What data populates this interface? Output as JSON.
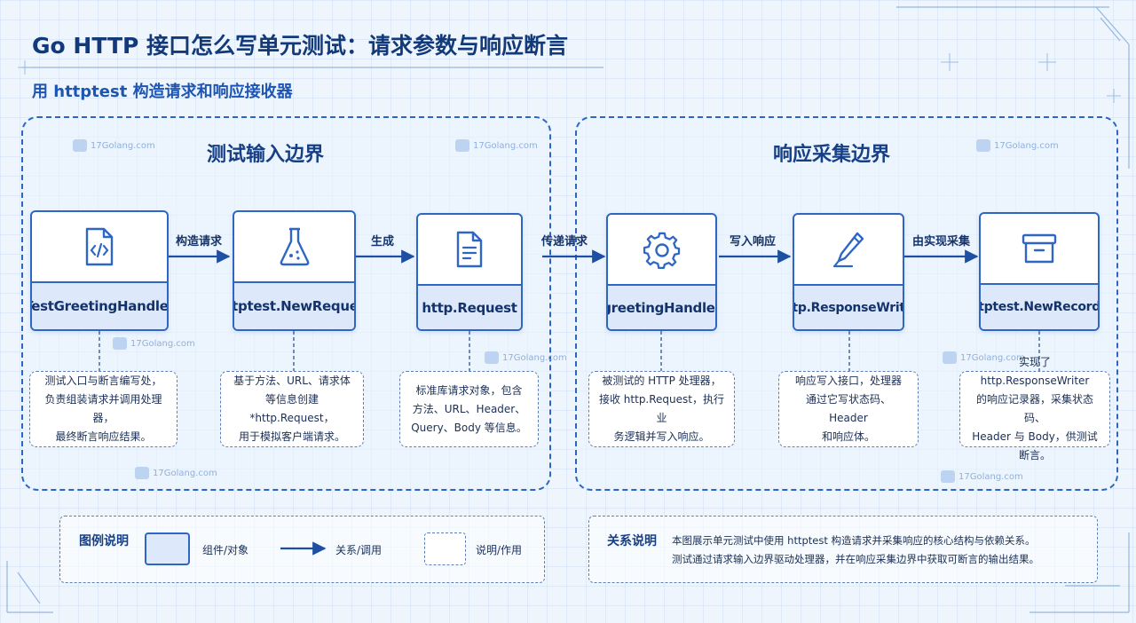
{
  "title": "Go HTTP 接口怎么写单元测试：请求参数与响应断言",
  "subtitle": "用 httptest 构造请求和响应接收器",
  "watermark": "17Golang.com",
  "regions": {
    "input": "测试输入边界",
    "response": "响应采集边界"
  },
  "nodes": [
    {
      "label": "TestGreetingHandler",
      "icon": "code-file-icon",
      "note": [
        "测试入口与断言编写处，",
        "负责组装请求并调用处理器，",
        "最终断言响应结果。"
      ]
    },
    {
      "label": "httptest.NewRequest",
      "icon": "flask-icon",
      "note": [
        "基于方法、URL、请求体",
        "等信息创建 *http.Request，",
        "用于模拟客户端请求。"
      ]
    },
    {
      "label": "http.Request",
      "icon": "document-icon",
      "note": [
        "标准库请求对象，包含",
        "方法、URL、Header、",
        "Query、Body 等信息。"
      ]
    },
    {
      "label": "greetingHandler",
      "icon": "gear-icon",
      "note": [
        "被测试的 HTTP 处理器，",
        "接收 http.Request，执行业",
        "务逻辑并写入响应。"
      ]
    },
    {
      "label": "http.ResponseWriter",
      "icon": "pen-icon",
      "note": [
        "响应写入接口，处理器",
        "通过它写状态码、Header",
        "和响应体。"
      ]
    },
    {
      "label": "httptest.NewRecorder",
      "icon": "archive-box-icon",
      "note": [
        "实现了 http.ResponseWriter",
        "的响应记录器，采集状态码、",
        "Header 与 Body，供测试断言。"
      ]
    }
  ],
  "arrows": [
    "构造请求",
    "生成",
    "传递请求",
    "写入响应",
    "由实现采集"
  ],
  "legend": {
    "title": "图例说明",
    "component": "组件/对象",
    "relation": "关系/调用",
    "note": "说明/作用"
  },
  "relation_desc": {
    "title": "关系说明",
    "lines": [
      "本图展示单元测试中使用 httptest 构造请求并采集响应的核心结构与依赖关系。",
      "测试通过请求输入边界驱动处理器，并在响应采集边界中获取可断言的输出结果。"
    ]
  },
  "colors": {
    "accent": "#2f66c3",
    "title": "#123a7a",
    "node_label_bg": "#dde9fb"
  }
}
